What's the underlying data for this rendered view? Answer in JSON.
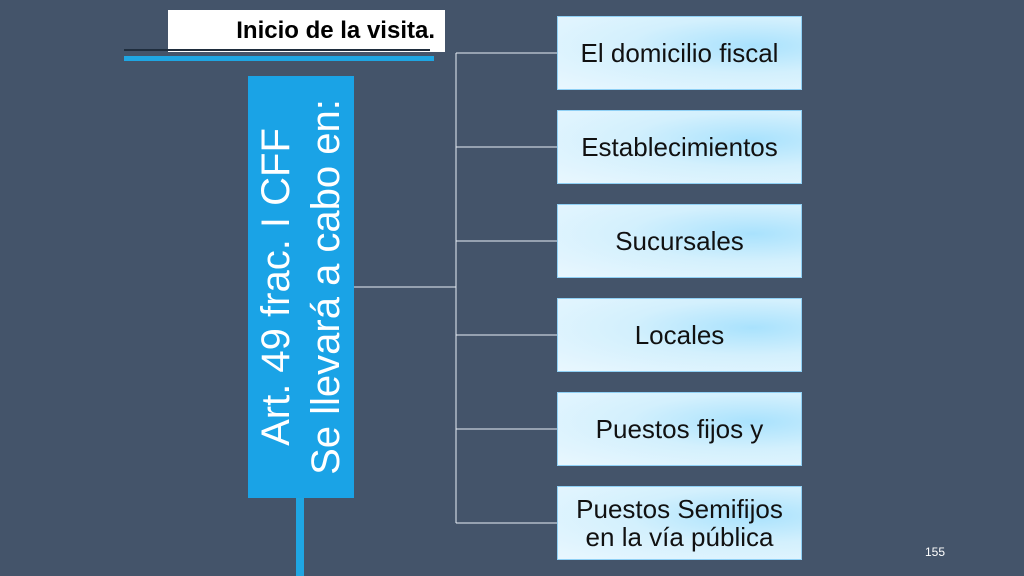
{
  "title": "Inicio de la visita.",
  "root": {
    "line1": "Art. 49 frac. I CFF",
    "line2": "Se llevará a cabo en:"
  },
  "nodes": [
    "El domicilio fiscal",
    "Establecimientos",
    "Sucursales",
    "Locales",
    "Puestos fijos y",
    "Puestos Semifijos en la vía pública"
  ],
  "node6_lines": [
    "Puestos Semifijos",
    "en la vía pública"
  ],
  "page_number": "155",
  "colors": {
    "background": "#44546a",
    "root_fill": "#1aa3e6",
    "accent": "#1fa6e3",
    "node_fill": "#d3f0fd"
  }
}
